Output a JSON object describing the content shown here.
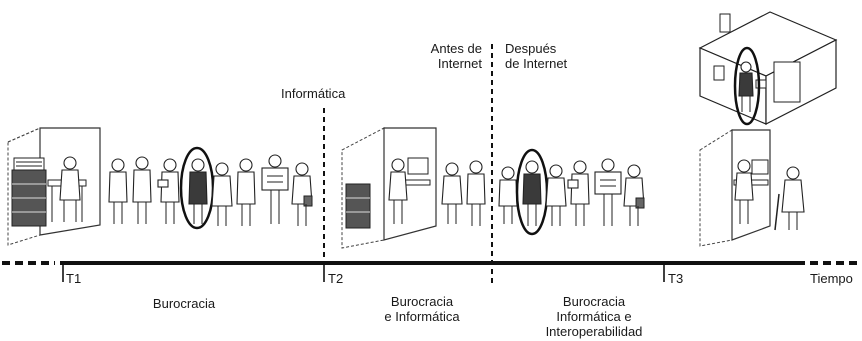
{
  "axis": {
    "tick_labels": [
      "T1",
      "T2",
      "T3"
    ],
    "end_label": "Tiempo"
  },
  "milestones": {
    "informatica": "Informática",
    "before_internet": [
      "Antes de",
      "Internet"
    ],
    "after_internet": [
      "Después",
      "de Internet"
    ]
  },
  "eras": {
    "era1": [
      "Burocracia"
    ],
    "era2": [
      "Burocracia",
      "e Informática"
    ],
    "era3": [
      "Burocracia",
      "Informática e",
      "Interoperabilidad"
    ]
  }
}
